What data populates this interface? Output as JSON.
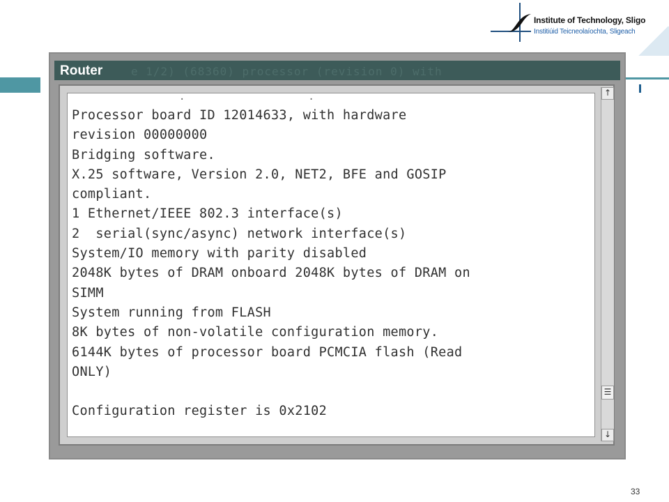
{
  "logo": {
    "name": "Institute of Technology, Sligo",
    "subtitle": "Institiúid Teicneolaíochta, Sligeach"
  },
  "window": {
    "title": "Router",
    "ghost_title": "e 1/2) (68360) processor (revision 0) with"
  },
  "terminal": {
    "lines": [
      "Processor board ID 12014633, with hardware",
      "revision 00000000",
      "Bridging software.",
      "X.25 software, Version 2.0, NET2, BFE and GOSIP",
      "compliant.",
      "1 Ethernet/IEEE 802.3 interface(s)",
      "2  serial(sync/async) network interface(s)",
      "System/IO memory with parity disabled",
      "2048K bytes of DRAM onboard 2048K bytes of DRAM on",
      "SIMM",
      "System running from FLASH",
      "8K bytes of non-volatile configuration memory.",
      "6144K bytes of processor board PCMCIA flash (Read",
      "ONLY)",
      "",
      "Configuration register is 0x2102"
    ]
  },
  "scrollbar": {
    "up_icon": "↑",
    "down_icon": "↓",
    "thumb_icon": "☰"
  },
  "slide": {
    "page_number": "33"
  },
  "colors": {
    "accent": "#4f97a3",
    "title_bar": "#3d5b59",
    "window_frame": "#9a9a9a"
  }
}
